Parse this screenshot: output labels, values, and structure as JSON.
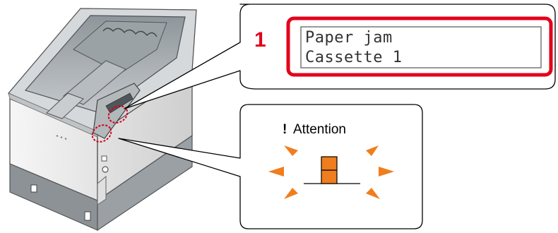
{
  "display_callout": {
    "step_number": "1",
    "lcd_lines": [
      "Paper jam",
      "Cassette 1"
    ],
    "highlight_color": "#e3001b"
  },
  "attention_callout": {
    "icon": "exclamation-icon",
    "label_mark": "!",
    "label": "Attention",
    "indicator_icon": "attention-indicator-blinking-icon",
    "indicator_color": "#f07d1e"
  },
  "printer": {
    "icon": "printer-illustration"
  }
}
